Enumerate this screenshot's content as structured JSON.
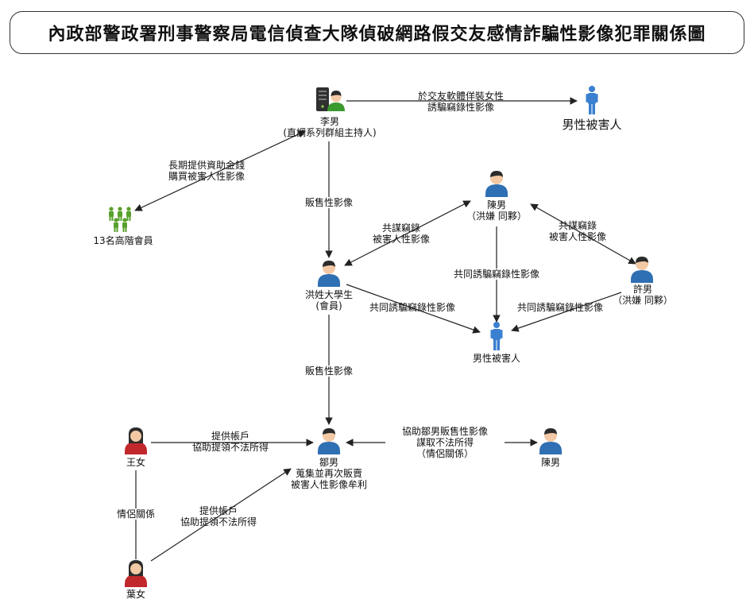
{
  "title": "內政部警政署刑事警察局電信偵查大隊偵破網路假交友感情詐騙性影像犯罪關係圖",
  "nodes": {
    "li": {
      "line1": "李男",
      "line2": "(直調系列群組主持人)"
    },
    "victim_top": {
      "label": "男性被害人"
    },
    "members": {
      "label": "13名高階會員"
    },
    "chen_top": {
      "line1": "陳男",
      "line2": "（洪嫌 同夥）"
    },
    "hong": {
      "line1": "洪姓大學生",
      "line2": "(會員)"
    },
    "xu": {
      "line1": "許男",
      "line2": "（洪嫌 同夥）"
    },
    "victim_mid": {
      "label": "男性被害人"
    },
    "wang": {
      "label": "王女"
    },
    "deng": {
      "line1": "鄒男",
      "line2": "蒐集並再次販賣",
      "line3": "被害人性影像牟利"
    },
    "chen_bottom": {
      "label": "陳男"
    },
    "ye": {
      "label": "葉女"
    }
  },
  "edges": {
    "li_victim": {
      "line1": "於交友軟體佯裝女性",
      "line2": "誘騙竊錄性影像"
    },
    "li_members": {
      "line1": "長期提供資助金錢",
      "line2": "購買被害人性影像"
    },
    "li_hong": {
      "line1": "販售性影像"
    },
    "chen_hong": {
      "line1": "共謀竊錄",
      "line2": "被害人性影像"
    },
    "chen_xu": {
      "line1": "共謀竊錄",
      "line2": "被害人性影像"
    },
    "chen_victim": {
      "line1": "共同誘騙竊錄性影像"
    },
    "hong_victim": {
      "line1": "共同誘騙竊錄性影像"
    },
    "xu_victim": {
      "line1": "共同誘騙竊錄性影像"
    },
    "hong_deng": {
      "line1": "販售性影像"
    },
    "wang_deng": {
      "line1": "提供帳戶",
      "line2": "協助提領不法所得"
    },
    "deng_chen": {
      "line1": "協助鄒男販售性影像",
      "line2": "謀取不法所得",
      "line3": "（情侶關係）"
    },
    "wang_ye": {
      "line1": "情侶關係"
    },
    "ye_deng": {
      "line1": "提供帳戶",
      "line2": "協助提領不法所得"
    }
  },
  "colors": {
    "person_blue": "#2f6fb3",
    "person_skin": "#f2c9a4",
    "person_hair": "#2b2b2b",
    "female_red": "#c0282c",
    "victim_blue": "#3a7fd0",
    "member_green": "#5aa02c",
    "server_dark": "#303030"
  },
  "icons": {
    "li": "server-admin-icon",
    "victim": "male-silhouette-icon",
    "members": "group-people-icon",
    "male": "male-person-icon",
    "female": "female-person-icon"
  }
}
